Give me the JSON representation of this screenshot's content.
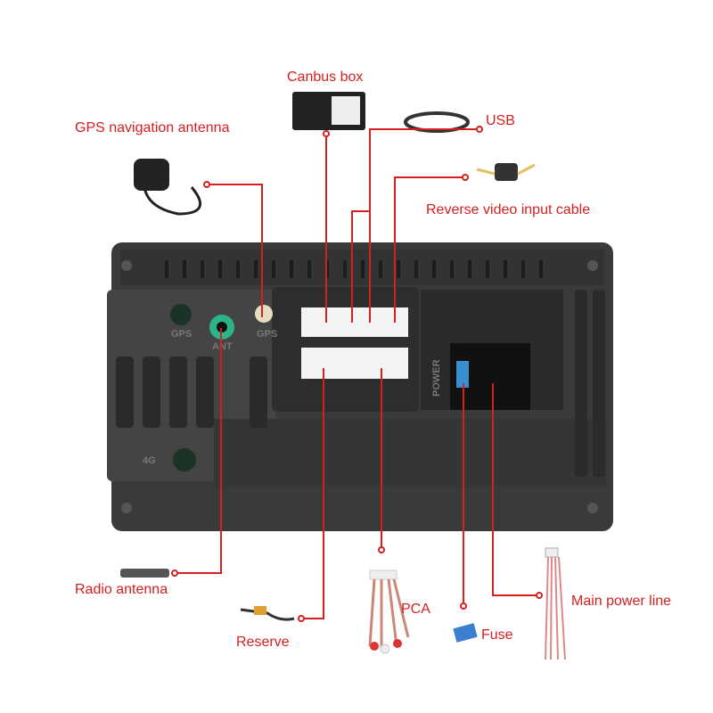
{
  "callouts": {
    "canbus": "Canbus box",
    "usb": "USB",
    "gps": "GPS navigation antenna",
    "reverse": "Reverse video input cable",
    "radio": "Radio antenna",
    "pca": "PCA",
    "power": "Main power line",
    "reserve": "Reserve",
    "fuse": "Fuse"
  },
  "unit_labels": {
    "gps1": "GPS",
    "gps2": "GPS",
    "ant": "ANT",
    "g4": "4G",
    "power": "POWER"
  },
  "colors": {
    "line": "#d42020",
    "body": "#3c3c3c"
  }
}
